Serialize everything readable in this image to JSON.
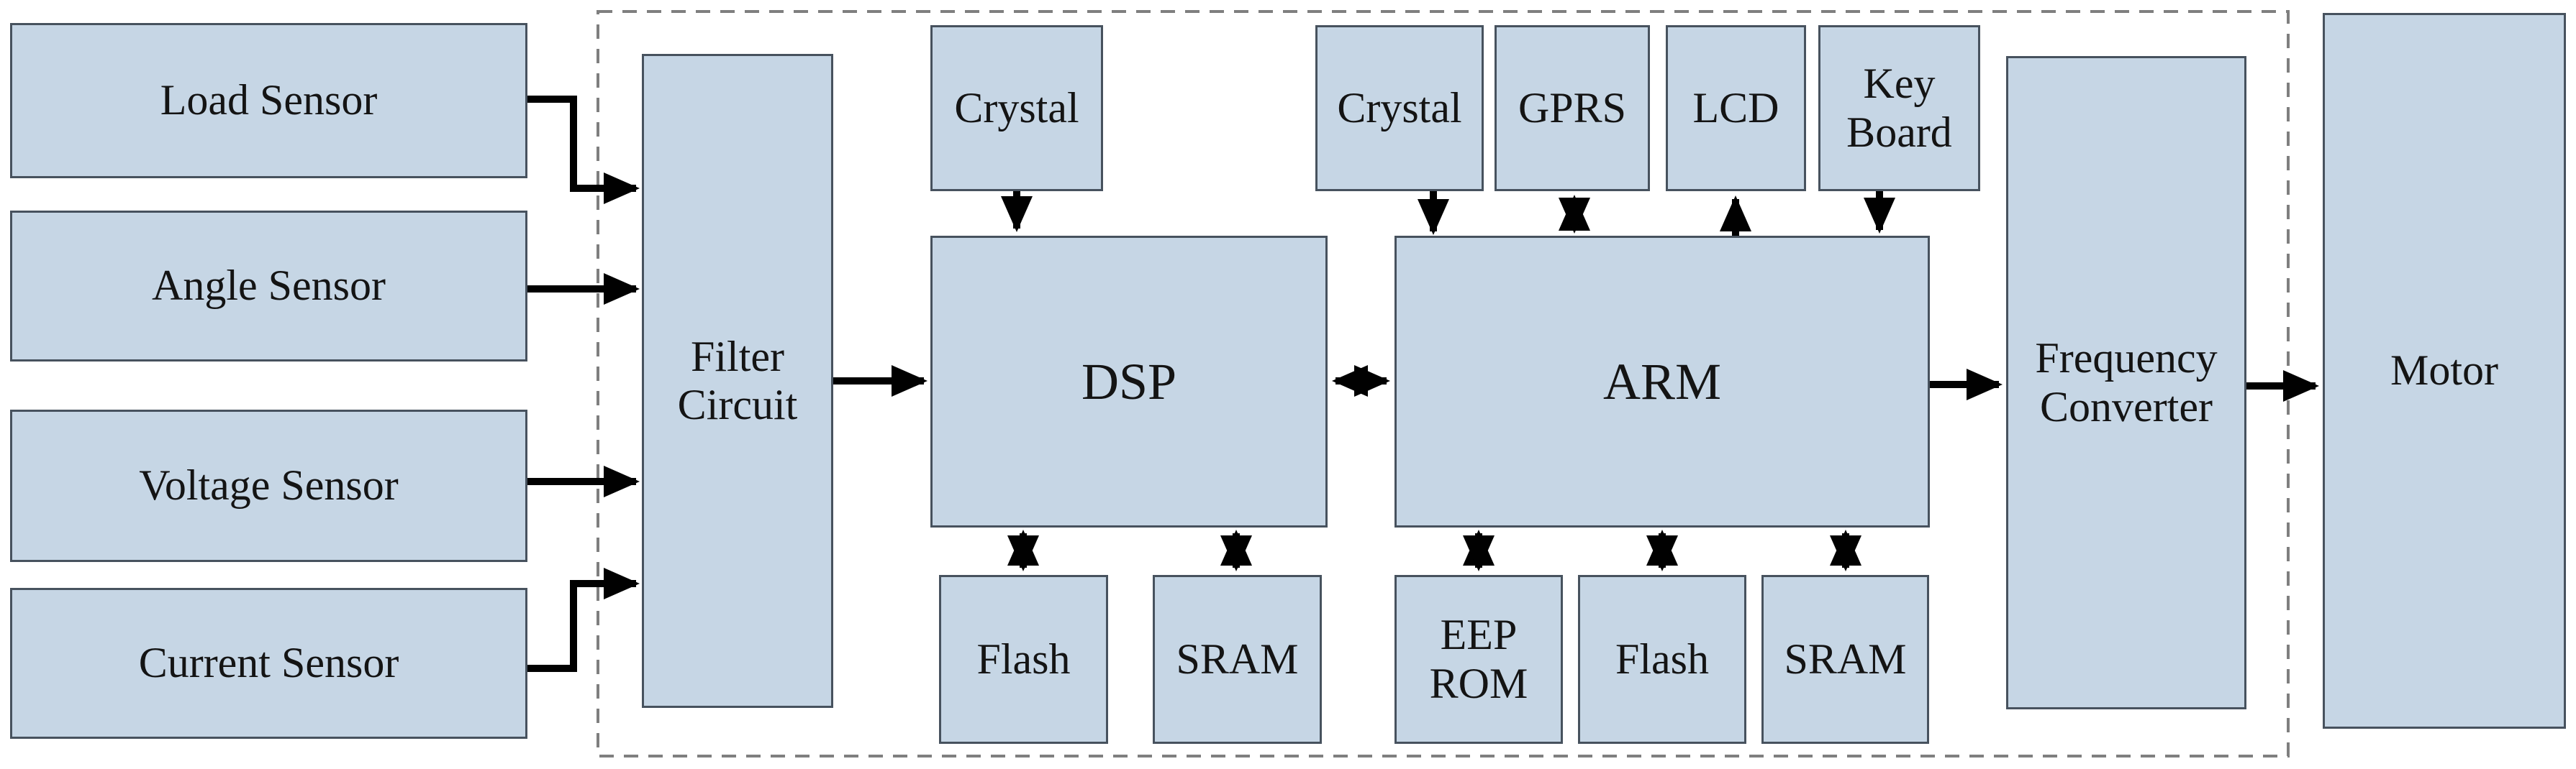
{
  "diagram": {
    "blocks": {
      "load_sensor": {
        "label": "Load Sensor"
      },
      "angle_sensor": {
        "label": "Angle Sensor"
      },
      "voltage_sensor": {
        "label": "Voltage Sensor"
      },
      "current_sensor": {
        "label": "Current Sensor"
      },
      "filter_circuit": {
        "label": "Filter\nCircuit"
      },
      "crystal_dsp": {
        "label": "Crystal"
      },
      "dsp": {
        "label": "DSP"
      },
      "flash_dsp": {
        "label": "Flash"
      },
      "sram_dsp": {
        "label": "SRAM"
      },
      "crystal_arm": {
        "label": "Crystal"
      },
      "gprs": {
        "label": "GPRS"
      },
      "lcd": {
        "label": "LCD"
      },
      "key_board": {
        "label": "Key\nBoard"
      },
      "arm": {
        "label": "ARM"
      },
      "eep_rom": {
        "label": "EEP\nROM"
      },
      "flash_arm": {
        "label": "Flash"
      },
      "sram_arm": {
        "label": "SRAM"
      },
      "frequency_converter": {
        "label": "Frequency\nConverter"
      },
      "motor": {
        "label": "Motor"
      }
    },
    "edges": [
      {
        "from": "load_sensor",
        "to": "filter_circuit",
        "type": "arrow"
      },
      {
        "from": "angle_sensor",
        "to": "filter_circuit",
        "type": "arrow"
      },
      {
        "from": "voltage_sensor",
        "to": "filter_circuit",
        "type": "arrow"
      },
      {
        "from": "current_sensor",
        "to": "filter_circuit",
        "type": "arrow"
      },
      {
        "from": "filter_circuit",
        "to": "dsp",
        "type": "arrow"
      },
      {
        "from": "crystal_dsp",
        "to": "dsp",
        "type": "arrow"
      },
      {
        "from": "dsp",
        "to": "flash_dsp",
        "type": "double-arrow"
      },
      {
        "from": "dsp",
        "to": "sram_dsp",
        "type": "double-arrow"
      },
      {
        "from": "dsp",
        "to": "arm",
        "type": "double-arrow"
      },
      {
        "from": "crystal_arm",
        "to": "arm",
        "type": "arrow"
      },
      {
        "from": "gprs",
        "to": "arm",
        "type": "double-arrow"
      },
      {
        "from": "arm",
        "to": "lcd",
        "type": "arrow"
      },
      {
        "from": "key_board",
        "to": "arm",
        "type": "arrow"
      },
      {
        "from": "arm",
        "to": "eep_rom",
        "type": "double-arrow"
      },
      {
        "from": "arm",
        "to": "flash_arm",
        "type": "double-arrow"
      },
      {
        "from": "arm",
        "to": "sram_arm",
        "type": "double-arrow"
      },
      {
        "from": "arm",
        "to": "frequency_converter",
        "type": "arrow"
      },
      {
        "from": "frequency_converter",
        "to": "motor",
        "type": "arrow"
      }
    ],
    "colors": {
      "box-fill": "#c6d6e5",
      "box-border": "#47525e",
      "arrow-color": "#010101",
      "dash-color": "#7f7f7f",
      "text-color": "#141414",
      "bg": "#ffffff"
    }
  }
}
